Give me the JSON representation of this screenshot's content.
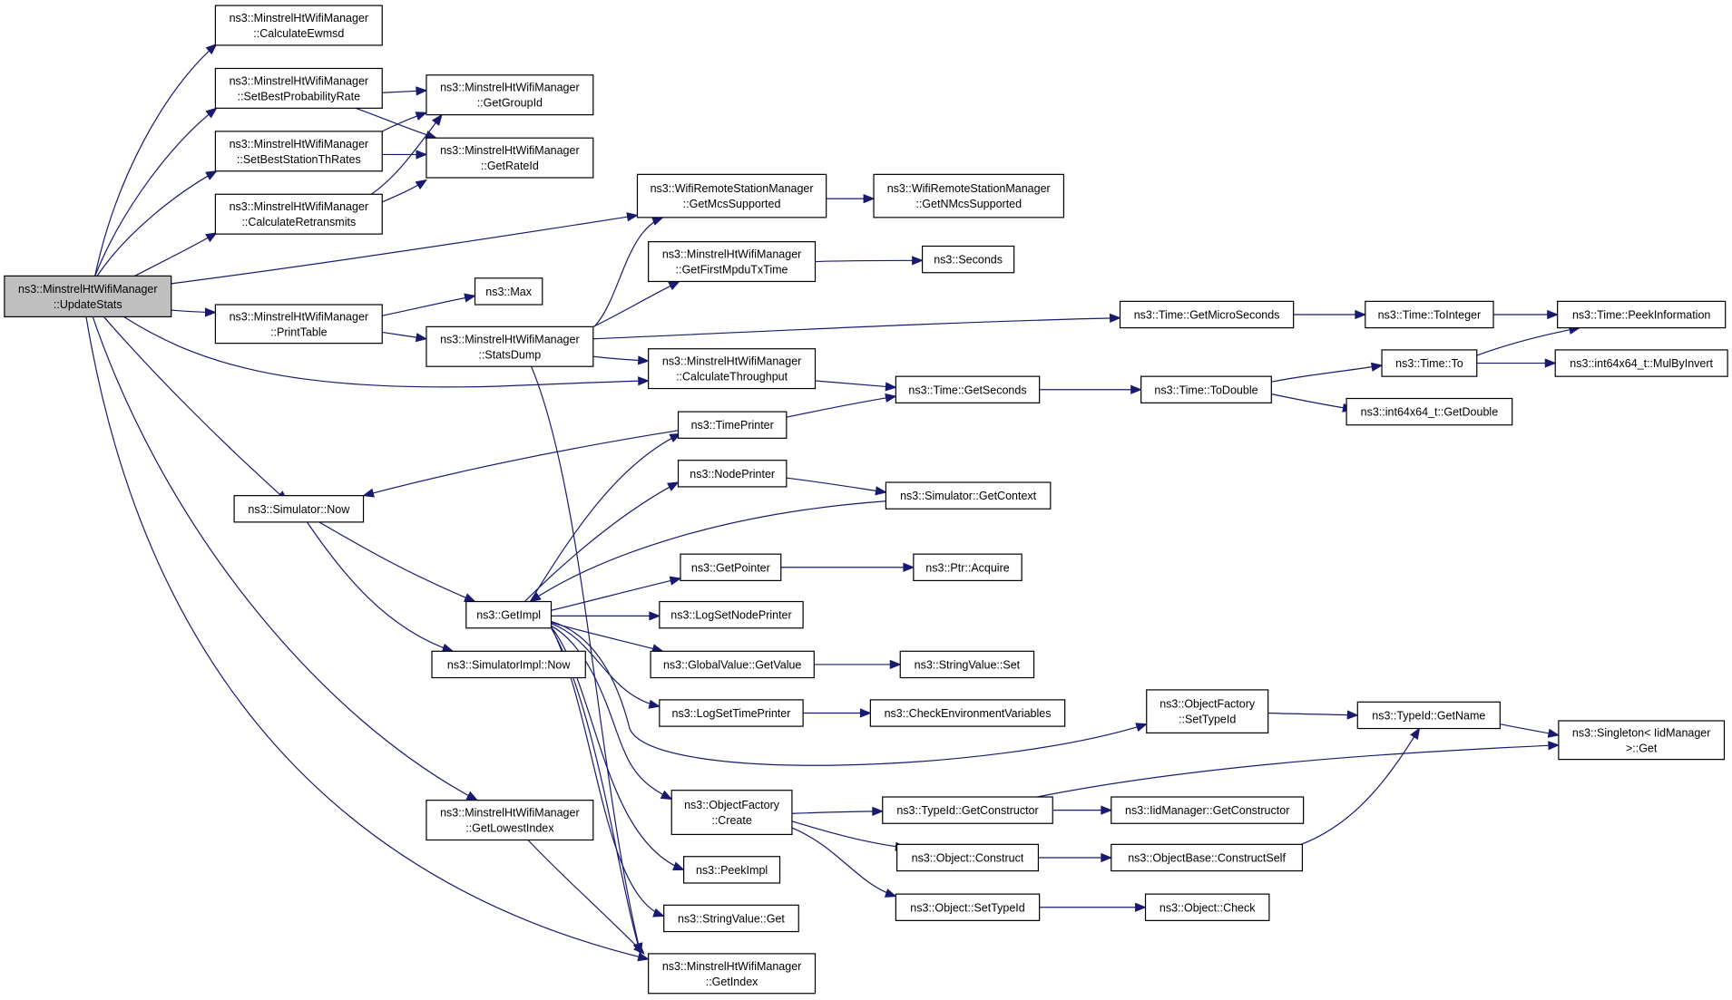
{
  "nodes": [
    {
      "id": "updatestats",
      "lines": [
        "ns3::MinstrelHtWifiManager",
        "::UpdateStats"
      ],
      "style": "root"
    },
    {
      "id": "ewmsd",
      "lines": [
        "ns3::MinstrelHtWifiManager",
        "::CalculateEwmsd"
      ],
      "style": "normal"
    },
    {
      "id": "bestprob",
      "lines": [
        "ns3::MinstrelHtWifiManager",
        "::SetBestProbabilityRate"
      ],
      "style": "normal"
    },
    {
      "id": "beststation",
      "lines": [
        "ns3::MinstrelHtWifiManager",
        "::SetBestStationThRates"
      ],
      "style": "normal"
    },
    {
      "id": "retransmits",
      "lines": [
        "ns3::MinstrelHtWifiManager",
        "::CalculateRetransmits"
      ],
      "style": "normal"
    },
    {
      "id": "printtable",
      "lines": [
        "ns3::MinstrelHtWifiManager",
        "::PrintTable"
      ],
      "style": "normal"
    },
    {
      "id": "simnow",
      "lines": [
        "ns3::Simulator::Now"
      ],
      "style": "normal"
    },
    {
      "id": "lowestindex",
      "lines": [
        "ns3::MinstrelHtWifiManager",
        "::GetLowestIndex"
      ],
      "style": "normal"
    },
    {
      "id": "groupid",
      "lines": [
        "ns3::MinstrelHtWifiManager",
        "::GetGroupId"
      ],
      "style": "normal"
    },
    {
      "id": "rateid",
      "lines": [
        "ns3::MinstrelHtWifiManager",
        "::GetRateId"
      ],
      "style": "normal"
    },
    {
      "id": "max",
      "lines": [
        "ns3::Max"
      ],
      "style": "normal"
    },
    {
      "id": "statsdump",
      "lines": [
        "ns3::MinstrelHtWifiManager",
        "::StatsDump"
      ],
      "style": "normal"
    },
    {
      "id": "getimpl",
      "lines": [
        "ns3::GetImpl"
      ],
      "style": "normal"
    },
    {
      "id": "simimplnow",
      "lines": [
        "ns3::SimulatorImpl::Now"
      ],
      "style": "normal"
    },
    {
      "id": "getmcs",
      "lines": [
        "ns3::WifiRemoteStationManager",
        "::GetMcsSupported"
      ],
      "style": "normal"
    },
    {
      "id": "firstmpdu",
      "lines": [
        "ns3::MinstrelHtWifiManager",
        "::GetFirstMpduTxTime"
      ],
      "style": "normal"
    },
    {
      "id": "calcthroughput",
      "lines": [
        "ns3::MinstrelHtWifiManager",
        "::CalculateThroughput"
      ],
      "style": "normal"
    },
    {
      "id": "timeprinter",
      "lines": [
        "ns3::TimePrinter"
      ],
      "style": "normal"
    },
    {
      "id": "nodeprinter",
      "lines": [
        "ns3::NodePrinter"
      ],
      "style": "normal"
    },
    {
      "id": "getpointer",
      "lines": [
        "ns3::GetPointer"
      ],
      "style": "normal"
    },
    {
      "id": "logsetnode",
      "lines": [
        "ns3::LogSetNodePrinter"
      ],
      "style": "normal"
    },
    {
      "id": "gvgetvalue",
      "lines": [
        "ns3::GlobalValue::GetValue"
      ],
      "style": "normal"
    },
    {
      "id": "logsettime",
      "lines": [
        "ns3::LogSetTimePrinter"
      ],
      "style": "normal"
    },
    {
      "id": "ofcreate",
      "lines": [
        "ns3::ObjectFactory",
        "::Create"
      ],
      "style": "normal"
    },
    {
      "id": "peekimpl",
      "lines": [
        "ns3::PeekImpl"
      ],
      "style": "normal"
    },
    {
      "id": "svget",
      "lines": [
        "ns3::StringValue::Get"
      ],
      "style": "normal"
    },
    {
      "id": "getindex",
      "lines": [
        "ns3::MinstrelHtWifiManager",
        "::GetIndex"
      ],
      "style": "normal"
    },
    {
      "id": "getnmcs",
      "lines": [
        "ns3::WifiRemoteStationManager",
        "::GetNMcsSupported"
      ],
      "style": "normal"
    },
    {
      "id": "seconds",
      "lines": [
        "ns3::Seconds"
      ],
      "style": "red"
    },
    {
      "id": "getmicro",
      "lines": [
        "ns3::Time::GetMicroSeconds"
      ],
      "style": "normal"
    },
    {
      "id": "getseconds",
      "lines": [
        "ns3::Time::GetSeconds"
      ],
      "style": "normal"
    },
    {
      "id": "simgetcontext",
      "lines": [
        "ns3::Simulator::GetContext"
      ],
      "style": "red"
    },
    {
      "id": "ptracquire",
      "lines": [
        "ns3::Ptr::Acquire"
      ],
      "style": "normal"
    },
    {
      "id": "svset",
      "lines": [
        "ns3::StringValue::Set"
      ],
      "style": "normal"
    },
    {
      "id": "checkenv",
      "lines": [
        "ns3::CheckEnvironmentVariables"
      ],
      "style": "red"
    },
    {
      "id": "ofsettypeid",
      "lines": [
        "ns3::ObjectFactory",
        "::SetTypeId"
      ],
      "style": "normal"
    },
    {
      "id": "tidgetctor",
      "lines": [
        "ns3::TypeId::GetConstructor"
      ],
      "style": "normal"
    },
    {
      "id": "objconstruct",
      "lines": [
        "ns3::Object::Construct"
      ],
      "style": "normal"
    },
    {
      "id": "objsettypeid",
      "lines": [
        "ns3::Object::SetTypeId"
      ],
      "style": "normal"
    },
    {
      "id": "tointeger",
      "lines": [
        "ns3::Time::ToInteger"
      ],
      "style": "normal"
    },
    {
      "id": "todouble",
      "lines": [
        "ns3::Time::ToDouble"
      ],
      "style": "normal"
    },
    {
      "id": "tidgetname",
      "lines": [
        "ns3::TypeId::GetName"
      ],
      "style": "red"
    },
    {
      "id": "iidgetctor",
      "lines": [
        "ns3::IidManager::GetConstructor"
      ],
      "style": "red"
    },
    {
      "id": "constructself",
      "lines": [
        "ns3::ObjectBase::ConstructSelf"
      ],
      "style": "red"
    },
    {
      "id": "objcheck",
      "lines": [
        "ns3::Object::Check"
      ],
      "style": "red"
    },
    {
      "id": "peekinfo",
      "lines": [
        "ns3::Time::PeekInformation"
      ],
      "style": "red"
    },
    {
      "id": "timeto",
      "lines": [
        "ns3::Time::To"
      ],
      "style": "normal"
    },
    {
      "id": "mulbyinvert",
      "lines": [
        "ns3::int64x64_t::MulByInvert"
      ],
      "style": "red"
    },
    {
      "id": "getdouble",
      "lines": [
        "ns3::int64x64_t::GetDouble"
      ],
      "style": "normal"
    },
    {
      "id": "singletonget",
      "lines": [
        "ns3::Singleton< IidManager",
        ">::Get"
      ],
      "style": "normal"
    }
  ],
  "colors": {
    "edge": "#191970",
    "root_fill": "#bfbfbf",
    "node_fill": "#ffffff",
    "node_border": "#000000",
    "red_border": "#ff0000"
  }
}
